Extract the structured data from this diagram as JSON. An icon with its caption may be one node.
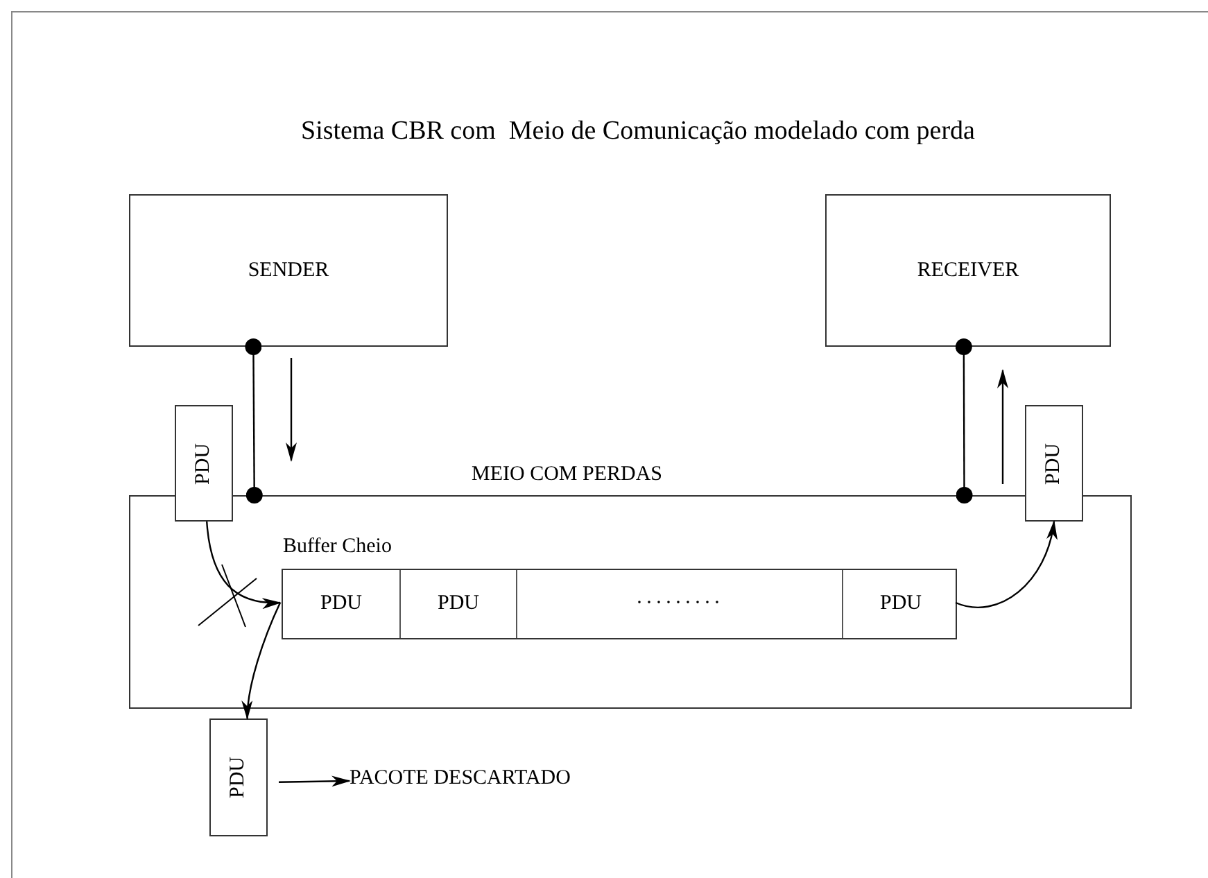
{
  "diagram": {
    "title": "Sistema CBR com  Meio de Comunicação modelado com perda",
    "nodes": [
      {
        "text": [
          "SENDER"
        ]
      },
      {
        "text": [
          "RECEIVER"
        ]
      },
      {
        "text": [
          "MEIO COM PERDAS"
        ]
      },
      {
        "text": [
          "Buffer Cheio"
        ],
        "in": 2
      },
      {
        "text": [
          "PDU"
        ],
        "in": 3
      },
      {
        "text": [
          "PDU"
        ],
        "in": 3
      },
      {
        "text": [
          "·········"
        ],
        "in": 3
      },
      {
        "text": [
          "PDU"
        ],
        "in": 3
      },
      {
        "text": [
          "PDU"
        ]
      },
      {
        "text": [
          "PDU"
        ]
      },
      {
        "text": [
          "PDU"
        ]
      },
      {
        "text": [
          "PACOTE DESCARTADO"
        ]
      }
    ],
    "edges": [
      {
        "from": 0,
        "to": 2,
        "arrow": "other"
      },
      {
        "from": 1,
        "to": 2,
        "arrow": "other"
      },
      {
        "from": 8,
        "to": 4,
        "arrow": "to"
      },
      {
        "from": 4,
        "to": 10,
        "arrow": "to"
      },
      {
        "from": 7,
        "to": 9,
        "arrow": "to"
      },
      {
        "from": 10,
        "to": 11,
        "arrow": "to"
      }
    ]
  }
}
